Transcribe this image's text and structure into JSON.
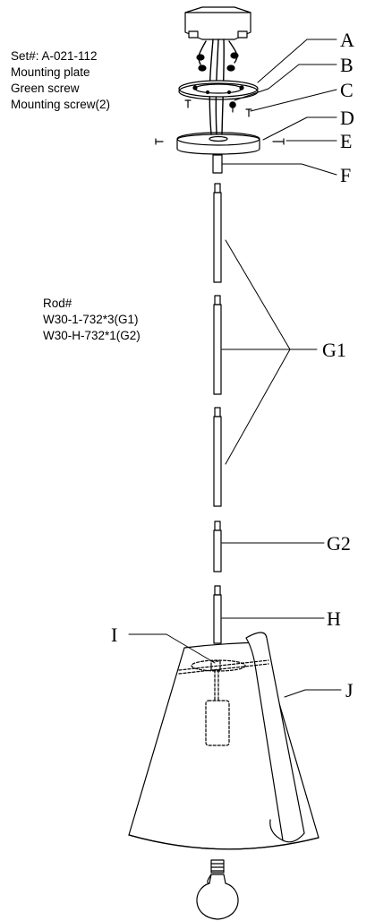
{
  "parts_note": {
    "lines": [
      "Set#: A-021-112",
      "Mounting plate",
      "Green screw",
      "Mounting screw(2)"
    ]
  },
  "rod_note": {
    "lines": [
      "Rod#",
      "W30-1-732*3(G1)",
      "W30-H-732*1(G2)"
    ]
  },
  "callouts": {
    "A": "A",
    "B": "B",
    "C": "C",
    "D": "D",
    "E": "E",
    "F": "F",
    "G1": "G1",
    "G2": "G2",
    "H": "H",
    "I": "I",
    "J": "J"
  }
}
